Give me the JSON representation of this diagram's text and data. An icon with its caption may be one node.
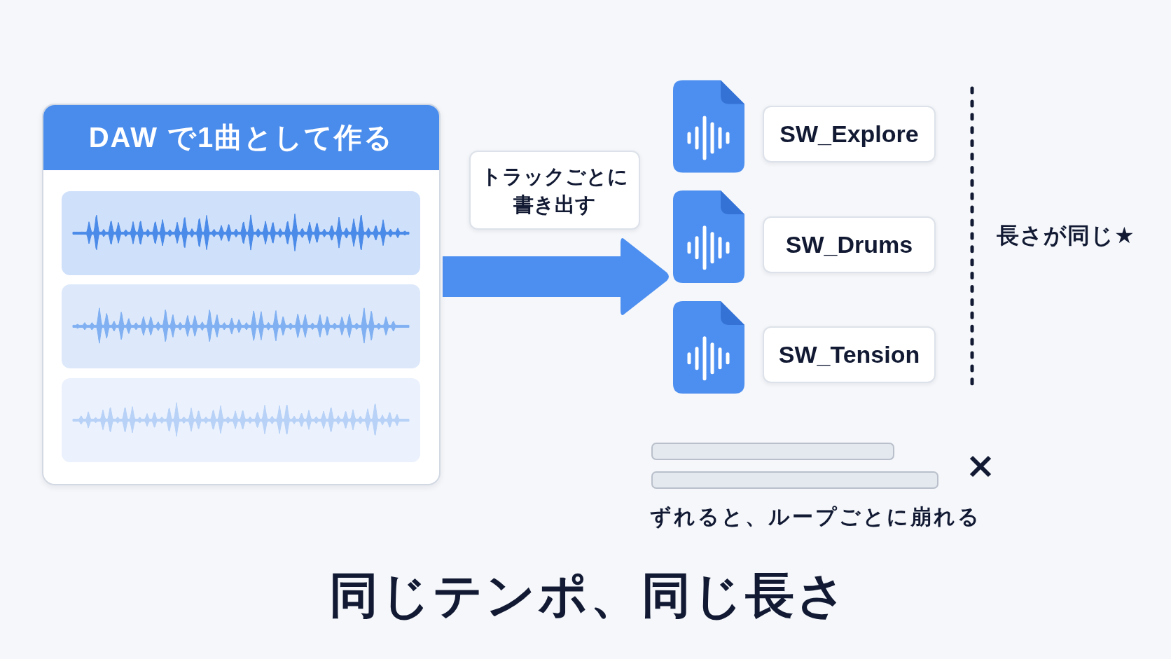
{
  "diagram": {
    "title": "同じテンポ、同じ長さ",
    "nodes": [
      {
        "text": [
          "DAW で1曲として作る"
        ]
      },
      {
        "text": [
          "トラックごとに書き出す"
        ]
      },
      {
        "text": [],
        "shape": "document"
      },
      {
        "text": [
          "SW_Explore"
        ]
      },
      {
        "text": [],
        "shape": "document"
      },
      {
        "text": [
          "SW_Drums"
        ]
      },
      {
        "text": [],
        "shape": "document"
      },
      {
        "text": [
          "SW_Tension"
        ]
      },
      {
        "text": [],
        "shape": "bar"
      },
      {
        "text": [],
        "shape": "bar"
      }
    ],
    "edges": [
      {
        "from": 0,
        "to": 4,
        "arrow": "to"
      }
    ],
    "labels": [
      "長さが同じ★",
      "ずれると、ループごとに崩れる"
    ]
  }
}
